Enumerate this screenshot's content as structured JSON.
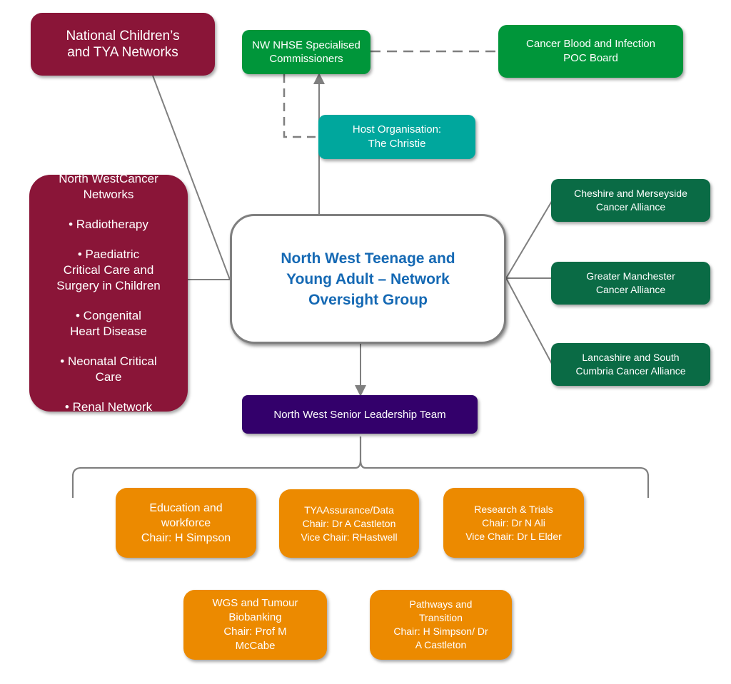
{
  "title": "North West Teenage and Young Adult – Network Oversight Group",
  "colors": {
    "maroon": "#8a1538",
    "green": "#00963a",
    "teal": "#00a79d",
    "dark_green": "#0a6b45",
    "purple": "#33006b",
    "orange": "#ec8a00",
    "central_text": "#1569b4",
    "connector": "#7f7f7f"
  },
  "nodes": {
    "national_networks": "National Children’s\nand TYA Networks",
    "nw_commissioners": "NW NHSE Specialised\nCommissioners",
    "cancer_board": "Cancer Blood and Infection\nPOC Board",
    "host_org": "Host Organisation:\nThe Christie",
    "central": "North West Teenage and\nYoung Adult – Network\nOversight Group",
    "nw_cancer_networks": {
      "heading": "North WestCancer\nNetworks",
      "items": [
        "•    Radiotherapy",
        "•    Paediatric\nCritical Care and\nSurgery in Children",
        "•    Congenital\nHeart Disease",
        "•    Neonatal Critical\nCare",
        "•    Renal Network"
      ]
    },
    "alliances": [
      "Cheshire and Merseyside\nCancer Alliance",
      "Greater Manchester\nCancer Alliance",
      "Lancashire and South\nCumbria Cancer Alliance"
    ],
    "slt": "North West Senior Leadership Team",
    "workstreams": [
      "Education and\nworkforce\nChair: H Simpson",
      "TYAAssurance/Data\nChair: Dr A Castleton\nVice Chair: RHastwell",
      "Research & Trials\nChair: Dr N Ali\nVice Chair: Dr L Elder",
      "WGS and Tumour\nBiobanking\nChair: Prof M\nMcCabe",
      "Pathways and\nTransition\nChair: H Simpson/ Dr\nA Castleton"
    ]
  }
}
